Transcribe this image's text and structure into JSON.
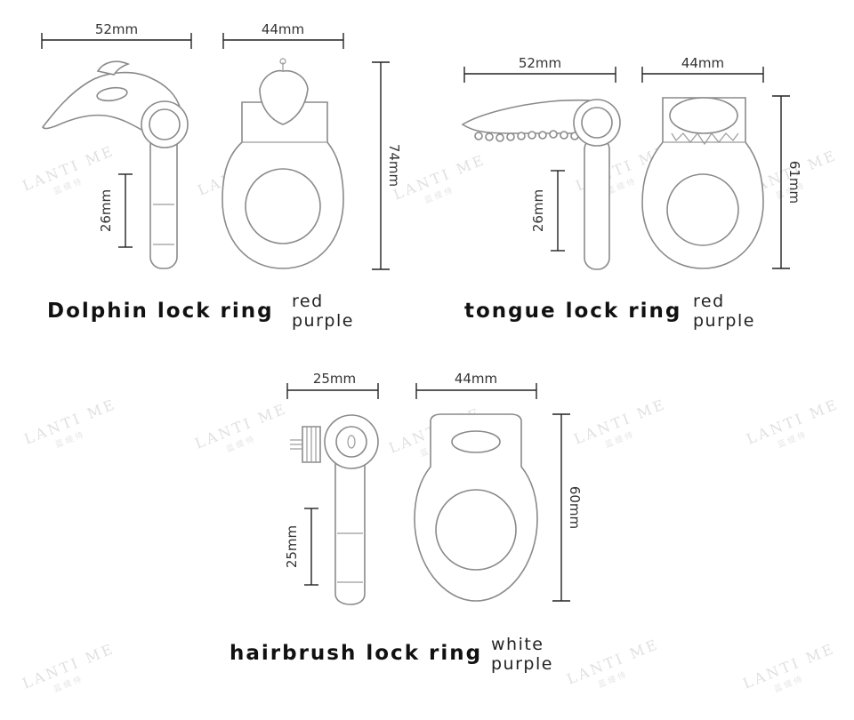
{
  "products": [
    {
      "name": "Dolphin lock ring",
      "colors": [
        "red",
        "purple"
      ],
      "dimensions": {
        "side_width": "52mm",
        "front_width": "44mm",
        "height": "74mm",
        "stem": "26mm"
      }
    },
    {
      "name": "tongue lock ring",
      "colors": [
        "red",
        "purple"
      ],
      "dimensions": {
        "side_width": "52mm",
        "front_width": "44mm",
        "height": "61mm",
        "stem": "26mm"
      }
    },
    {
      "name": "hairbrush lock ring",
      "colors": [
        "white",
        "purple"
      ],
      "dimensions": {
        "side_width": "25mm",
        "front_width": "44mm",
        "height": "60mm",
        "stem": "25mm"
      }
    }
  ],
  "watermark": {
    "brand": "LANTI ME",
    "sub": "蓝 缇 侍"
  }
}
